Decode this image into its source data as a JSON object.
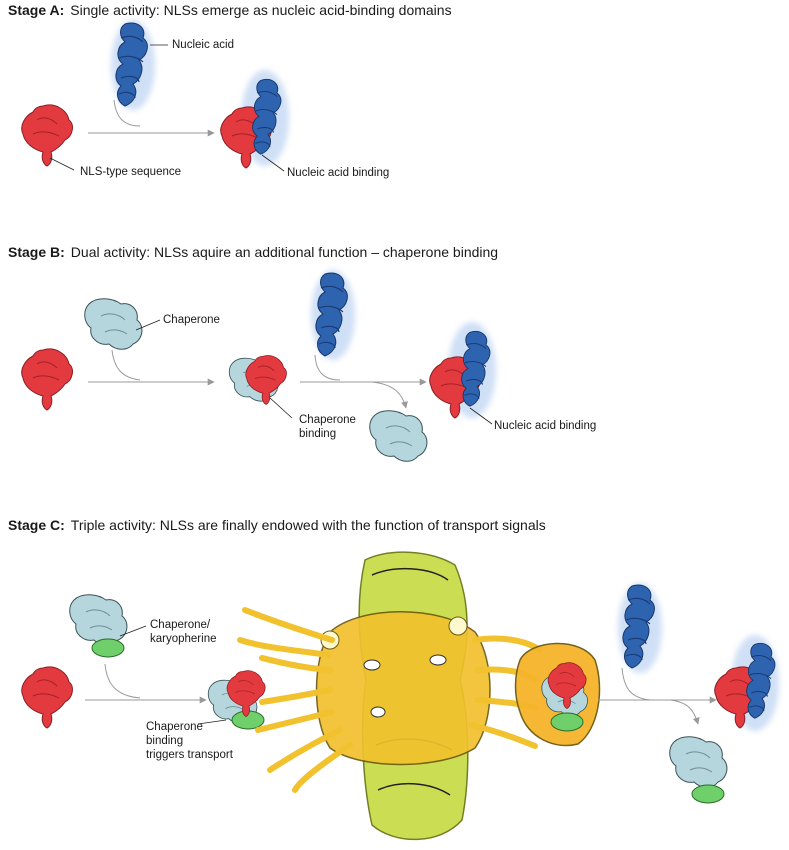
{
  "stages": [
    {
      "id": "A",
      "label": "Stage A:",
      "title": "Single activity: NLSs emerge as nucleic acid-binding domains",
      "labels": {
        "nucleic_acid": "Nucleic acid",
        "nls_sequence": "NLS-type sequence",
        "nucleic_acid_binding": "Nucleic acid binding"
      }
    },
    {
      "id": "B",
      "label": "Stage B:",
      "title": "Dual activity: NLSs aquire an additional function – chaperone binding",
      "labels": {
        "chaperone": "Chaperone",
        "chaperone_binding_1": "Chaperone",
        "chaperone_binding_2": "binding",
        "nucleic_acid_binding": "Nucleic acid binding"
      }
    },
    {
      "id": "C",
      "label": "Stage C:",
      "title": "Triple activity: NLSs are finally endowed with the function of transport signals",
      "labels": {
        "chaperone_karyo_1": "Chaperone/",
        "chaperone_karyo_2": "karyopherine",
        "triggers_1": "Chaperone",
        "triggers_2": "binding",
        "triggers_3": "triggers transport"
      }
    }
  ],
  "colors": {
    "nls": "#e23a3f",
    "nucleic_acid": "#2e63b0",
    "chaperone": "#b5d6dc",
    "karyopherin_tag": "#6fcf6a",
    "pore_outer": "#c9dd4a",
    "pore_inner": "#f2c12e",
    "arrow": "#999999"
  }
}
